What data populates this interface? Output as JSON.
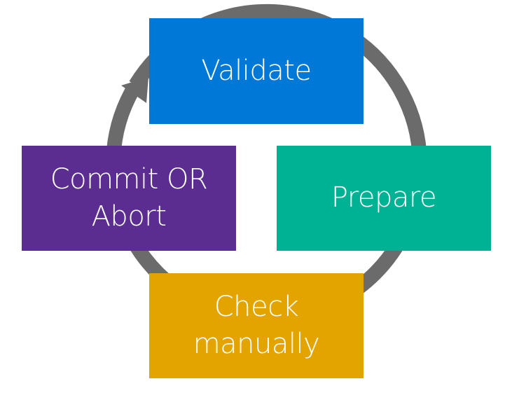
{
  "diagram": {
    "type": "cycle",
    "ring_color": "#6b6b6b",
    "steps": [
      {
        "id": "validate",
        "lines": [
          "Validate"
        ],
        "color": "#0078d7"
      },
      {
        "id": "prepare",
        "lines": [
          "Prepare"
        ],
        "color": "#00b294"
      },
      {
        "id": "check",
        "lines": [
          "Check",
          "manually"
        ],
        "color": "#e3a400"
      },
      {
        "id": "commit",
        "lines": [
          "Commit OR",
          "Abort"
        ],
        "color": "#5c2d91"
      }
    ]
  }
}
